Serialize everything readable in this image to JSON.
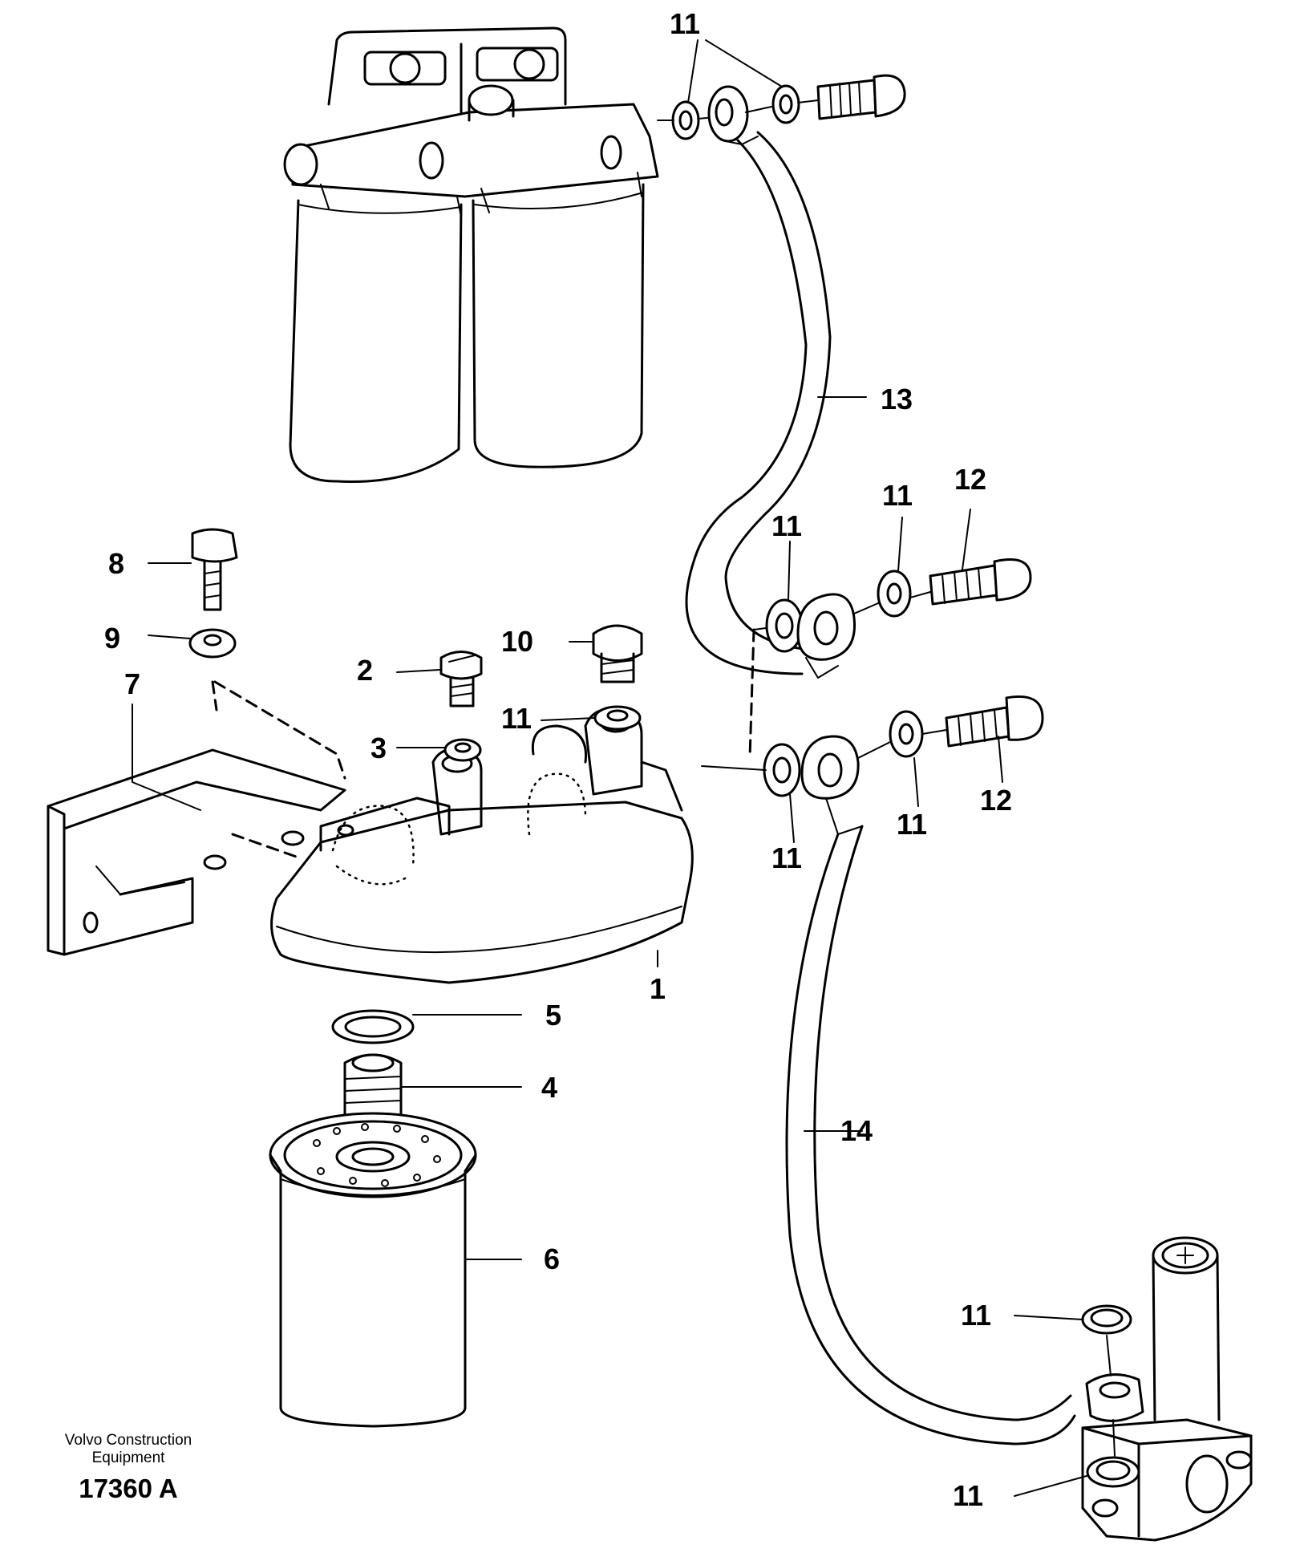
{
  "drawing": {
    "callouts": [
      "11",
      "13",
      "12",
      "11",
      "11",
      "8",
      "9",
      "7",
      "10",
      "2",
      "11",
      "3",
      "11",
      "12",
      "11",
      "11",
      "1",
      "5",
      "4",
      "14",
      "6",
      "11",
      "11"
    ]
  },
  "footer": {
    "line1": "Volvo Construction",
    "line2": "Equipment",
    "code": "17360 A"
  }
}
